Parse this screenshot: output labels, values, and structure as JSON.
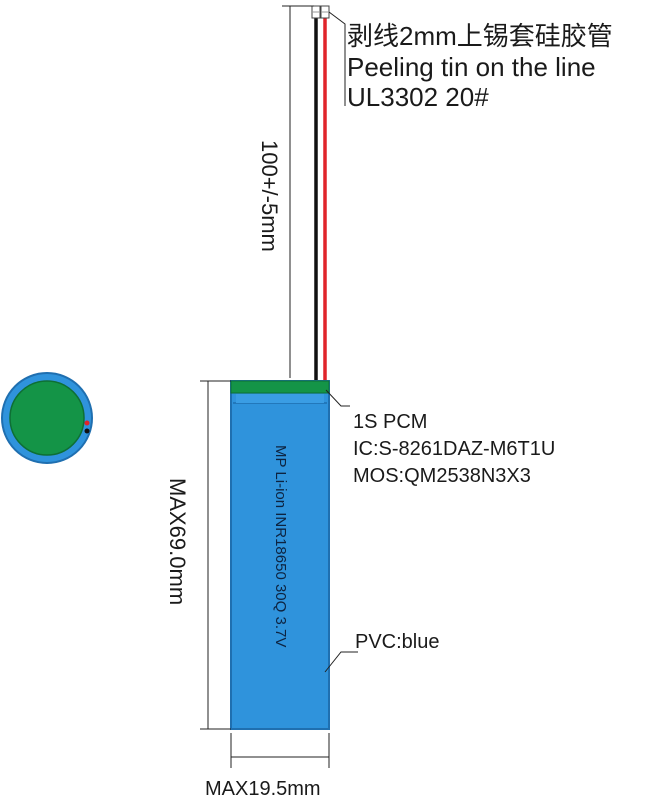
{
  "wire_note": {
    "line1": "剥线2mm上锡套硅胶管",
    "line2": "Peeling tin on the line",
    "line3": "UL3302 20#"
  },
  "wire_length": "100+/-5mm",
  "pcm": {
    "line1": "1S PCM",
    "line2": "IC:S-8261DAZ-M6T1U",
    "line3": "MOS:QM2538N3X3"
  },
  "cell_label": "MP Li-ion INR18650 30Q 3.7V",
  "sleeve": "PVC:blue",
  "height_dim": "MAX69.0mm",
  "width_dim": "MAX19.5mm",
  "colors": {
    "sleeve_blue": "#2f93dc",
    "sleeve_edge": "#1f6fb0",
    "pcm_green": "#149447",
    "wire_red": "#e0242a",
    "wire_black": "#111111"
  }
}
